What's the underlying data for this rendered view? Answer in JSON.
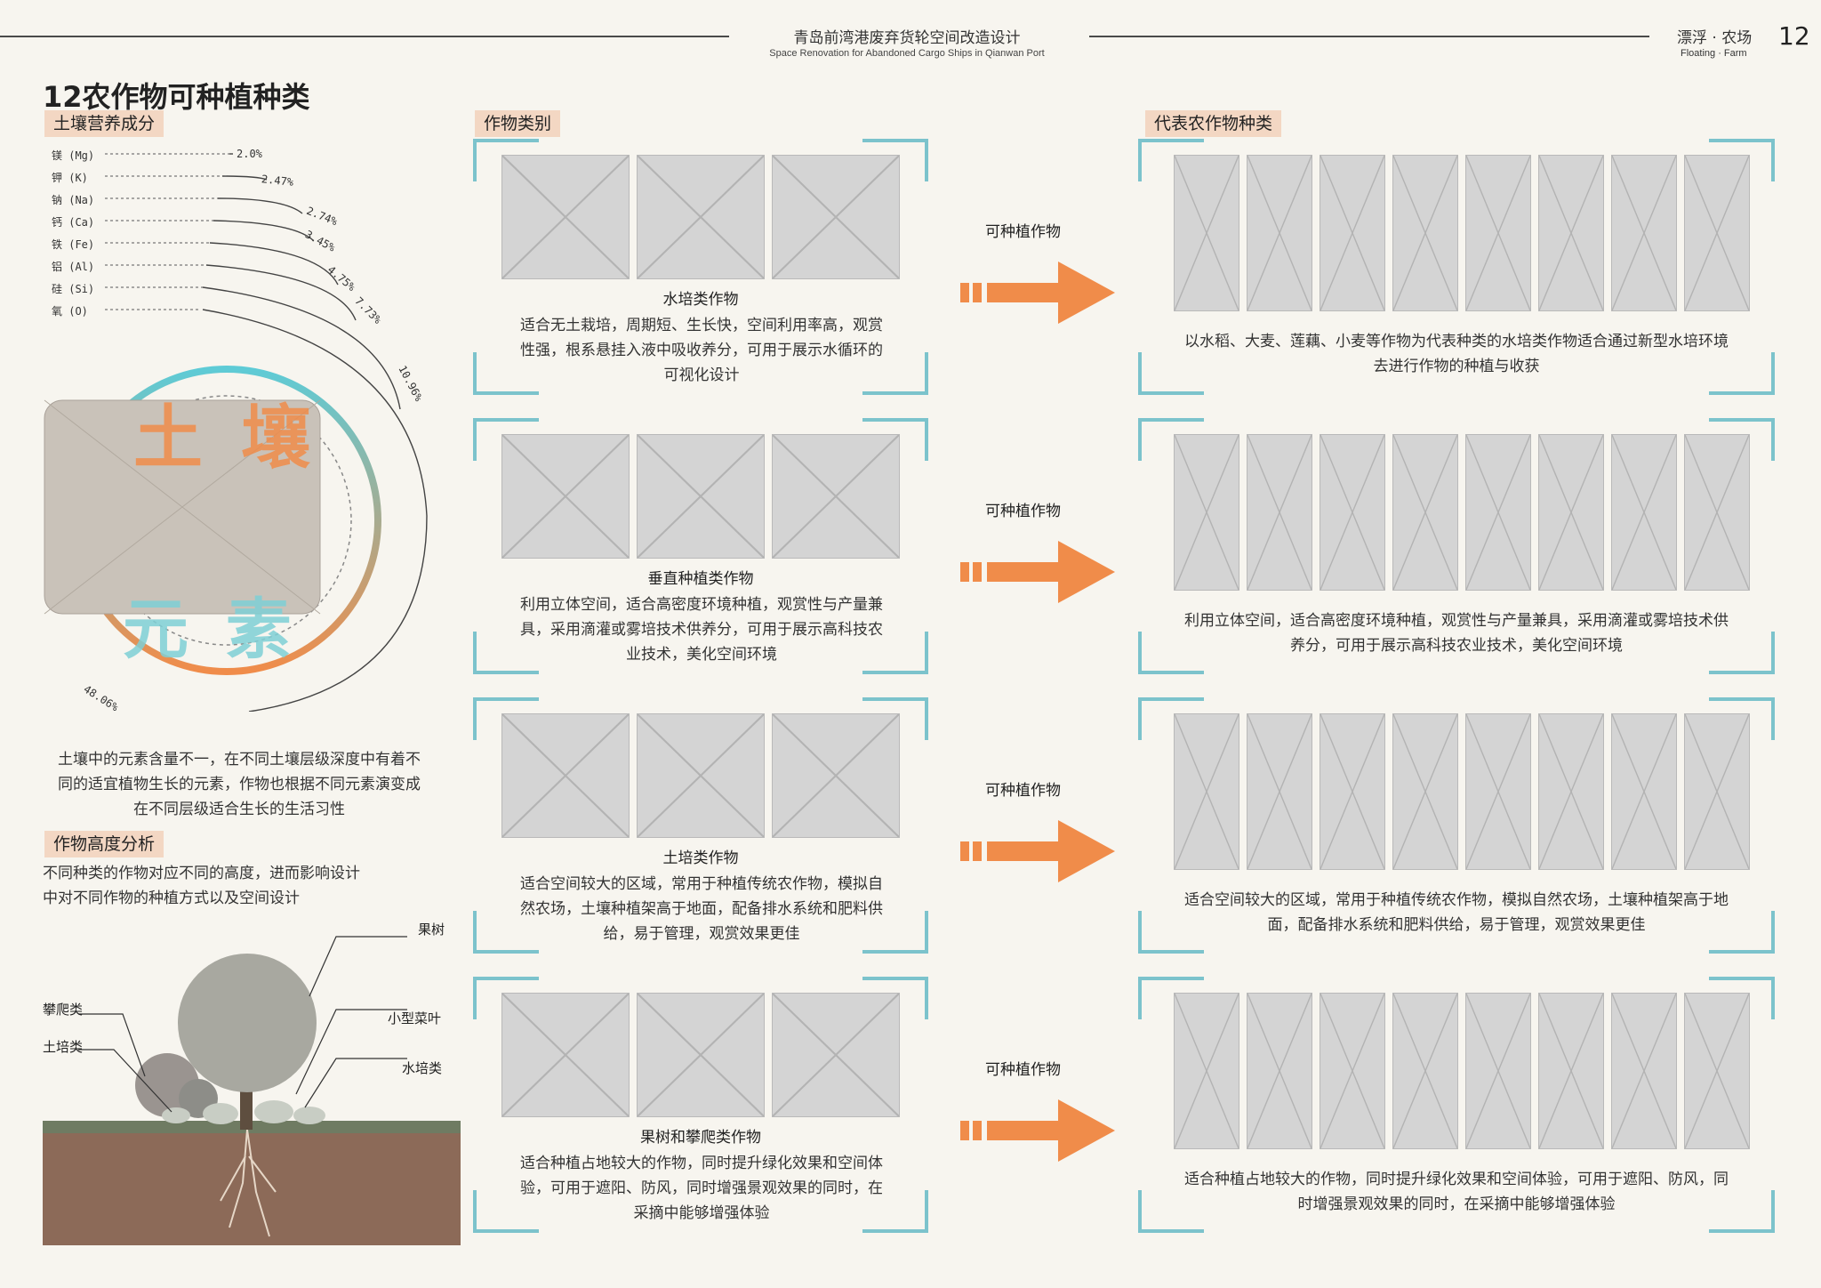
{
  "header": {
    "center_cn": "青岛前湾港废弃货轮空间改造设计",
    "center_en": "Space Renovation for Abandoned Cargo Ships in Qianwan Port",
    "right_cn": "漂浮 · 农场",
    "right_en": "Floating · Farm",
    "page_number": "12"
  },
  "page_title": "12农作物可种植种类",
  "soil": {
    "tag": "土壤营养成分",
    "items": [
      {
        "label": "镁 (Mg)",
        "value": "2.0%"
      },
      {
        "label": "钾 (K)",
        "value": "2.47%"
      },
      {
        "label": "钠 (Na)",
        "value": "2.74%"
      },
      {
        "label": "钙 (Ca)",
        "value": "3.45%"
      },
      {
        "label": "铁 (Fe)",
        "value": "4.75%"
      },
      {
        "label": "铝 (Al)",
        "value": "7.73%"
      },
      {
        "label": "硅 (Si)",
        "value": "10.96%"
      },
      {
        "label": "氧 (O)",
        "value": "48.06%"
      }
    ],
    "big_char_1": "土 壤",
    "big_char_2": "元 素",
    "accent_orange": "#f08c4a",
    "accent_teal": "#5ecbd6",
    "description": "土壤中的元素含量不一，在不同土壤层级深度中有着不同的适宜植物生长的元素，作物也根据不同元素演变成在不同层级适合生长的生活习性"
  },
  "height": {
    "tag": "作物高度分析",
    "description": "不同种类的作物对应不同的高度，进而影响设计中对不同作物的种植方式以及空间设计",
    "labels": {
      "fruit_tree": "果树",
      "climbing": "攀爬类",
      "small_leaf": "小型菜叶",
      "soil_type": "土培类",
      "water_type": "水培类"
    }
  },
  "categories_tag": "作物类别",
  "representative_tag": "代表农作物种类",
  "arrow_label": "可种植作物",
  "rows": [
    {
      "category": "水培类作物",
      "category_desc": "适合无土栽培，周期短、生长快，空间利用率高，观赏性强，根系悬挂入液中吸收养分，可用于展示水循环的可视化设计",
      "rep_desc": "以水稻、大麦、莲藕、小麦等作物为代表种类的水培类作物适合通过新型水培环境去进行作物的种植与收获"
    },
    {
      "category": "垂直种植类作物",
      "category_desc": "利用立体空间，适合高密度环境种植，观赏性与产量兼具，采用滴灌或雾培技术供养分，可用于展示高科技农业技术，美化空间环境",
      "rep_desc": "利用立体空间，适合高密度环境种植，观赏性与产量兼具，采用滴灌或雾培技术供养分，可用于展示高科技农业技术，美化空间环境"
    },
    {
      "category": "土培类作物",
      "category_desc": "适合空间较大的区域，常用于种植传统农作物，模拟自然农场，土壤种植架高于地面，配备排水系统和肥料供给，易于管理，观赏效果更佳",
      "rep_desc": "适合空间较大的区域，常用于种植传统农作物，模拟自然农场，土壤种植架高于地面，配备排水系统和肥料供给，易于管理，观赏效果更佳"
    },
    {
      "category": "果树和攀爬类作物",
      "category_desc": "适合种植占地较大的作物，同时提升绿化效果和空间体验，可用于遮阳、防风，同时增强景观效果的同时，在采摘中能够增强体验",
      "rep_desc": "适合种植占地较大的作物，同时提升绿化效果和空间体验，可用于遮阳、防风，同时增强景观效果的同时，在采摘中能够增强体验"
    }
  ]
}
